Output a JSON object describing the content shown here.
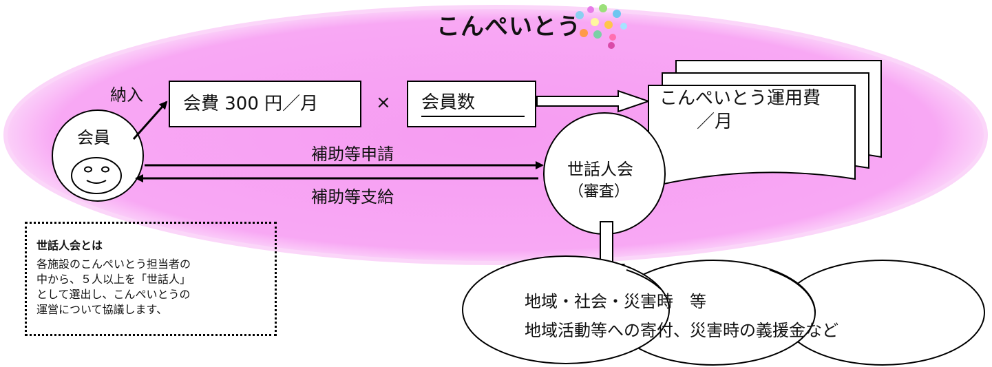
{
  "title": "こんぺいとう",
  "member": {
    "label": "会員"
  },
  "payment": {
    "label": "納入"
  },
  "fee_box": {
    "text": "会費 300 円／月"
  },
  "multiply": {
    "symbol": "×"
  },
  "members_box": {
    "text": "会員数"
  },
  "operating_doc": {
    "line1": "こんぺいとう運用費",
    "line2": "／月"
  },
  "arrows": {
    "apply": "補助等申請",
    "pay": "補助等支給"
  },
  "committee": {
    "line1": "世話人会",
    "line2": "（審査）"
  },
  "note": {
    "title": "世話人会とは",
    "lines": [
      "各施設のこんぺいとう担当者の",
      "中から、５人以上を「世話人」",
      "として選出し、こんぺいとうの",
      "運営について協議します、"
    ]
  },
  "outcomes": {
    "line1": "地域・社会・災害時　等",
    "line2": "地域活動等への寄付、災害時の義援金など"
  },
  "colors": {
    "ellipse_fill": "#f9a3f5",
    "ellipse_edge": "#f6c7f4",
    "line": "#000000",
    "background": "#ffffff"
  },
  "icons": {
    "member_face": "smiley-face-icon",
    "sparkles": "confetti-sparkles-icon"
  }
}
